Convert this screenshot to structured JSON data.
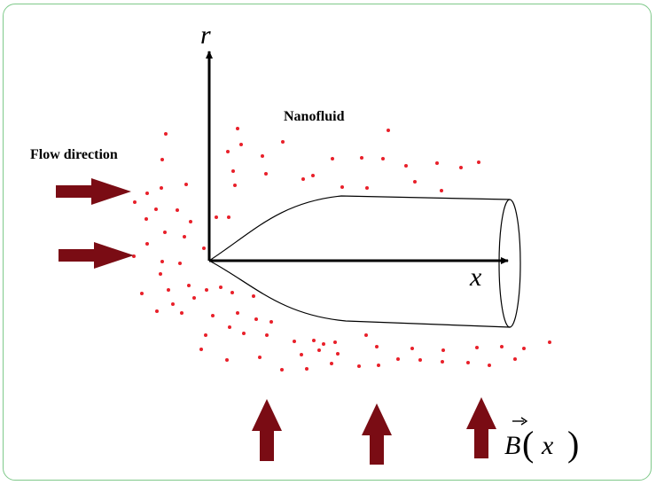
{
  "labels": {
    "flow_direction": "Flow direction",
    "nanofluid": "Nanofluid",
    "r_axis": "r",
    "x_axis": "x",
    "field_symbol": "B",
    "field_open": "(",
    "field_arg": "x",
    "field_close": ")"
  },
  "colors": {
    "frame_border": "#7fc98a",
    "arrow": "#7a0c14",
    "particle": "#e8202a",
    "line": "#000000"
  }
}
